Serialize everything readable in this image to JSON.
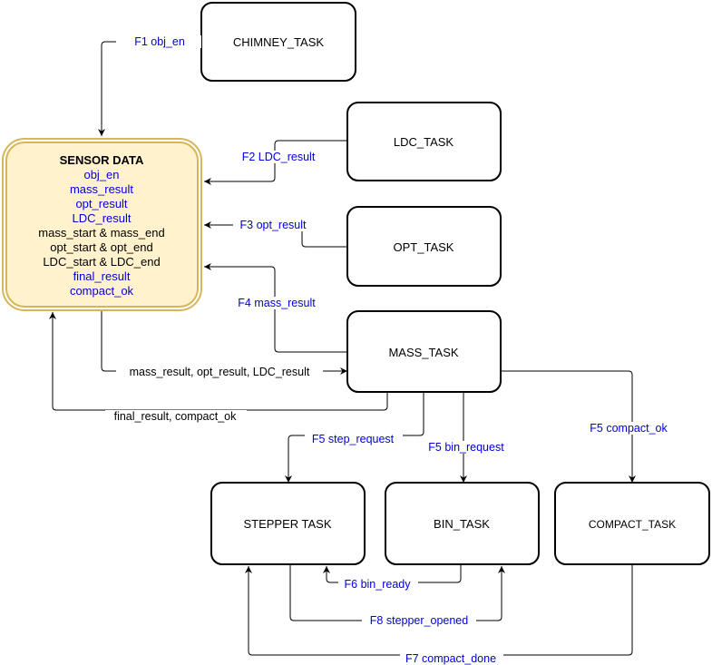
{
  "colors": {
    "blue": "#0000dd",
    "black": "#000000",
    "sensor_fill": "#fff2cc",
    "sensor_stroke": "#d6b656"
  },
  "nodes": {
    "chimney": "CHIMNEY_TASK",
    "ldc": "LDC_TASK",
    "opt": "OPT_TASK",
    "mass": "MASS_TASK",
    "stepper": "STEPPER TASK",
    "bin": "BIN_TASK",
    "compact": "COMPACT_TASK"
  },
  "sensor": {
    "title": "SENSOR DATA",
    "items": [
      {
        "text": "obj_en",
        "color": "#0000dd"
      },
      {
        "text": "mass_result",
        "color": "#0000dd"
      },
      {
        "text": "opt_result",
        "color": "#0000dd"
      },
      {
        "text": "LDC_result",
        "color": "#0000dd"
      },
      {
        "text": "mass_start & mass_end",
        "color": "#000000"
      },
      {
        "text": "opt_start & opt_end",
        "color": "#000000"
      },
      {
        "text": "LDC_start & LDC_end",
        "color": "#000000"
      },
      {
        "text": "final_result",
        "color": "#0000dd"
      },
      {
        "text": "compact_ok",
        "color": "#0000dd"
      }
    ]
  },
  "edges": {
    "f1": "F1 obj_en",
    "f2": "F2 LDC_result",
    "f3": "F3 opt_result",
    "f4": "F4 mass_result",
    "mass_inputs": "mass_result, opt_result, LDC_result",
    "final": "final_result, compact_ok",
    "f5_step": "F5 step_request",
    "f5_bin": "F5 bin_request",
    "f5_compact": "F5 compact_ok",
    "f6": "F6 bin_ready",
    "f8": "F8 stepper_opened",
    "f7": "F7 compact_done"
  }
}
